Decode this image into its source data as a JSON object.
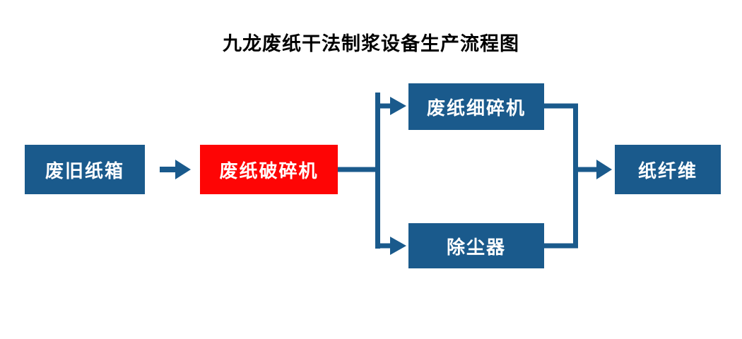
{
  "title": "九龙废纸干法制浆设备生产流程图",
  "colors": {
    "node_blue": "#1A5A8C",
    "node_red": "#FE0505",
    "connector": "#1A5A8C",
    "node_text": "#FFFFFF",
    "title_text": "#000000",
    "background": "#FFFFFF"
  },
  "nodes": [
    {
      "id": "waste-cardboard",
      "label": "废旧纸箱",
      "color": "blue"
    },
    {
      "id": "crusher",
      "label": "废纸破碎机",
      "color": "red"
    },
    {
      "id": "fine-crusher",
      "label": "废纸细碎机",
      "color": "blue"
    },
    {
      "id": "dust-collector",
      "label": "除尘器",
      "color": "blue"
    },
    {
      "id": "paper-fiber",
      "label": "纸纤维",
      "color": "blue"
    }
  ],
  "edges": [
    {
      "from": "废旧纸箱",
      "to": "废纸破碎机"
    },
    {
      "from": "废纸破碎机",
      "to": "废纸细碎机"
    },
    {
      "from": "废纸破碎机",
      "to": "除尘器"
    },
    {
      "from": "废纸细碎机",
      "to": "纸纤维"
    },
    {
      "from": "除尘器",
      "to": "纸纤维"
    }
  ]
}
